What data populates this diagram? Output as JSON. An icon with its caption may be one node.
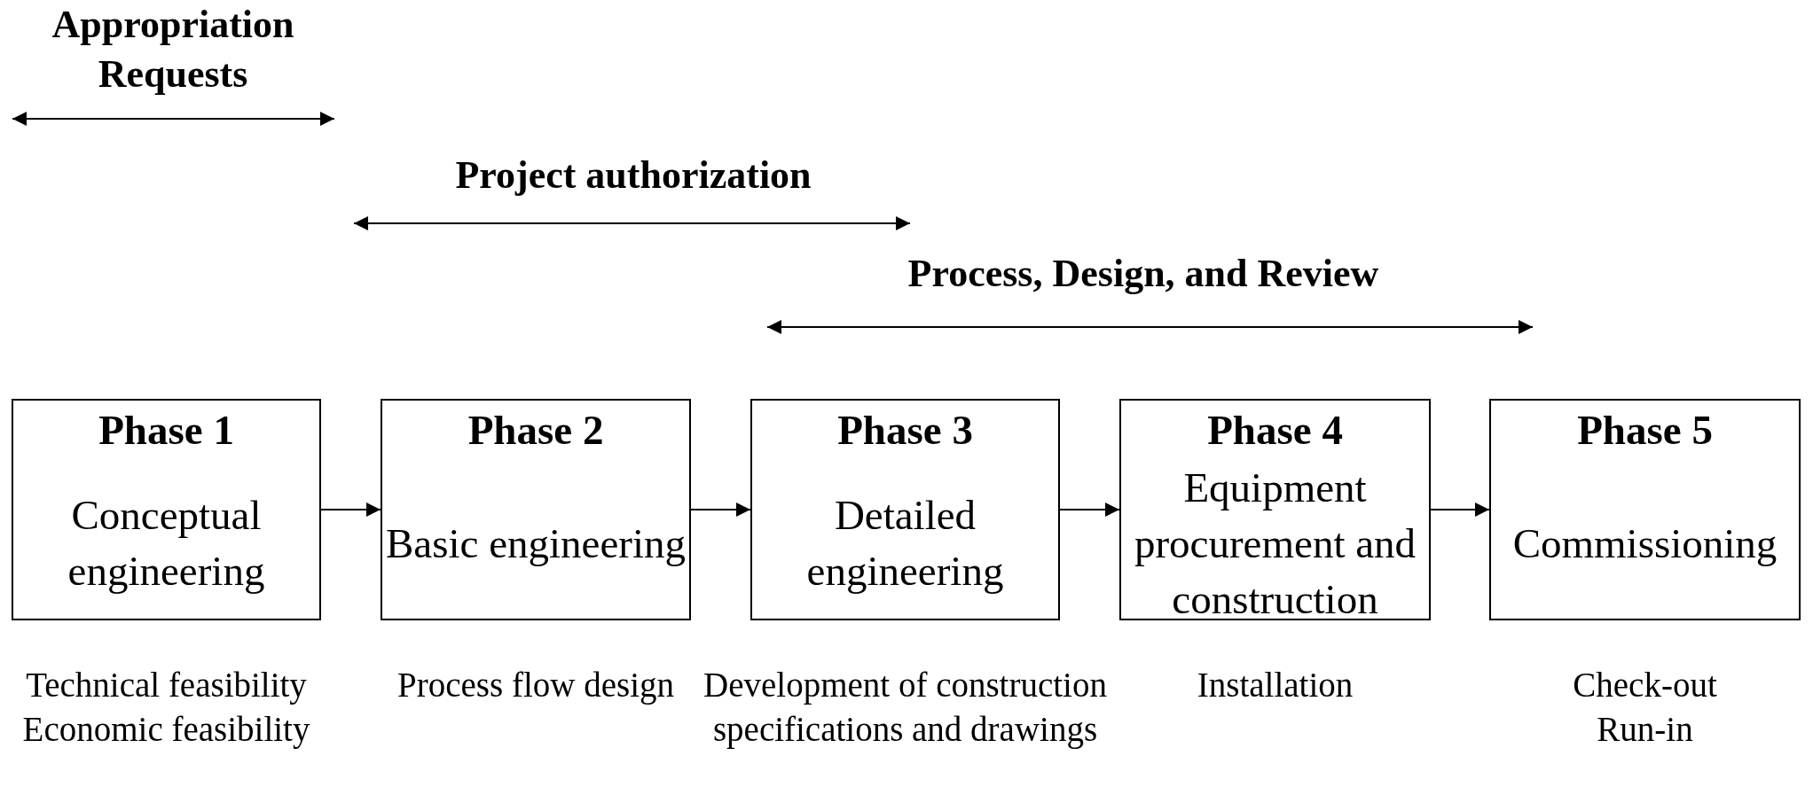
{
  "diagram": {
    "nodes": [
      {
        "text": [
          "Phase 1",
          "Conceptual engineering"
        ],
        "beside": [
          "Technical feasibility",
          "Economic feasibility"
        ]
      },
      {
        "text": [
          "Phase 2",
          "Basic engineering"
        ],
        "beside": [
          "Process flow design"
        ]
      },
      {
        "text": [
          "Phase 3",
          "Detailed engineering"
        ],
        "beside": [
          "Development of construction specifications and drawings"
        ]
      },
      {
        "text": [
          "Phase 4",
          "Equipment procurement and construction"
        ],
        "beside": [
          "Installation"
        ]
      },
      {
        "text": [
          "Phase 5",
          "Commissioning"
        ],
        "beside": [
          "Check-out",
          "Run-in"
        ]
      }
    ],
    "edges": [
      {
        "from": 0,
        "to": 1,
        "arrow": "to"
      },
      {
        "from": 1,
        "to": 2,
        "arrow": "to"
      },
      {
        "from": 2,
        "to": 3,
        "arrow": "to"
      },
      {
        "from": 3,
        "to": 4,
        "arrow": "to"
      }
    ],
    "labels": [
      "Appropriation Requests",
      "Project authorization",
      "Process, Design, and Review"
    ]
  }
}
